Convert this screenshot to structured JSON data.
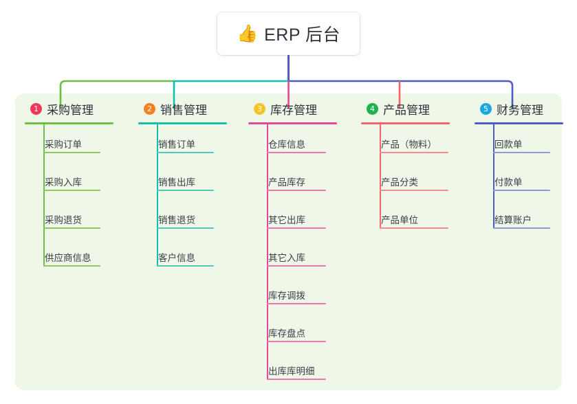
{
  "root": {
    "icon": "thumbs-up-emoji",
    "emoji": "👍",
    "title": "ERP 后台"
  },
  "palette": {
    "panel_bg": "#eef7e8",
    "page_bg": "#ffffff",
    "text": "#2f333c",
    "root_stem": "#4e5cc4",
    "bar_green": "#6cbe45",
    "bar_teal": "#14bfae",
    "bar_indigo": "#4e5cc4"
  },
  "columns": [
    {
      "number": "1",
      "title": "采购管理",
      "badge_color": "#ef3a57",
      "rule_color": "#6cbe45",
      "line_color": "#8cc95f",
      "stem_color": "#6cbe45",
      "items": [
        "采购订单",
        "采购入库",
        "采购退货",
        "供应商信息"
      ]
    },
    {
      "number": "2",
      "title": "销售管理",
      "badge_color": "#f5821f",
      "rule_color": "#14bfae",
      "line_color": "#4fc9bd",
      "stem_color": "#14bfae",
      "items": [
        "销售订单",
        "销售出库",
        "销售退货",
        "客户信息"
      ]
    },
    {
      "number": "3",
      "title": "库存管理",
      "badge_color": "#f7c325",
      "rule_color": "#e8449a",
      "line_color": "#e878ae",
      "stem_color": "#e8449a",
      "items": [
        "仓库信息",
        "产品库存",
        "其它出库",
        "其它入库",
        "库存调拨",
        "库存盘点",
        "出库库明细"
      ]
    },
    {
      "number": "4",
      "title": "产品管理",
      "badge_color": "#20b24b",
      "rule_color": "#f4636a",
      "line_color": "#f58d90",
      "stem_color": "#f4636a",
      "items": [
        "产品（物料）",
        "产品分类",
        "产品单位"
      ]
    },
    {
      "number": "5",
      "title": "财务管理",
      "badge_color": "#1ba8e0",
      "rule_color": "#4e5cc4",
      "line_color": "#8e99d8",
      "stem_color": "#4e5cc4",
      "items": [
        "回款单",
        "付款单",
        "结算账户"
      ]
    }
  ]
}
